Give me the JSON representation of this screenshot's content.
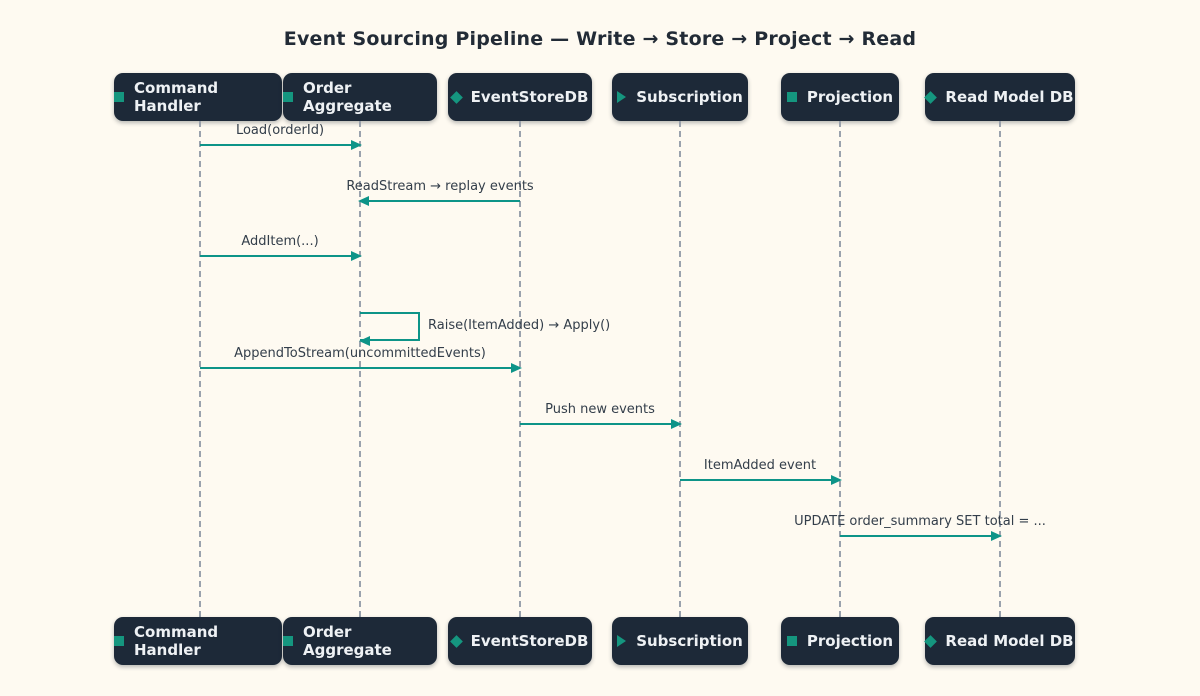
{
  "title": "Event Sourcing Pipeline — Write → Store → Project → Read",
  "colors": {
    "background": "#fefaf1",
    "actor_box": "#1d2938",
    "accent_teal": "#0d9488",
    "icon_teal": "#15967f",
    "lifeline_gray": "#9aa2ad",
    "label_text": "#333e4a"
  },
  "actors": [
    {
      "name": "Command Handler",
      "icon": "teal-square-icon"
    },
    {
      "name": "Order Aggregate",
      "icon": "teal-square-icon"
    },
    {
      "name": "EventStoreDB",
      "icon": "teal-diamond-icon"
    },
    {
      "name": "Subscription",
      "icon": "teal-play-icon"
    },
    {
      "name": "Projection",
      "icon": "teal-square-icon"
    },
    {
      "name": "Read Model DB",
      "icon": "teal-diamond-icon"
    }
  ],
  "messages": [
    {
      "label": "Load(orderId)",
      "from": "Command Handler",
      "to": "Order Aggregate",
      "direction": "right"
    },
    {
      "label": "ReadStream → replay events",
      "from": "EventStoreDB",
      "to": "Order Aggregate",
      "direction": "left"
    },
    {
      "label": "AddItem(...)",
      "from": "Command Handler",
      "to": "Order Aggregate",
      "direction": "right"
    },
    {
      "label": "Raise(ItemAdded) → Apply()",
      "from": "Order Aggregate",
      "to": "Order Aggregate",
      "direction": "self"
    },
    {
      "label": "AppendToStream(uncommittedEvents)",
      "from": "Command Handler",
      "to": "EventStoreDB",
      "direction": "right"
    },
    {
      "label": "Push new events",
      "from": "EventStoreDB",
      "to": "Subscription",
      "direction": "right"
    },
    {
      "label": "ItemAdded event",
      "from": "Subscription",
      "to": "Projection",
      "direction": "right"
    },
    {
      "label": "UPDATE order_summary SET total = ...",
      "from": "Projection",
      "to": "Read Model DB",
      "direction": "right"
    }
  ]
}
